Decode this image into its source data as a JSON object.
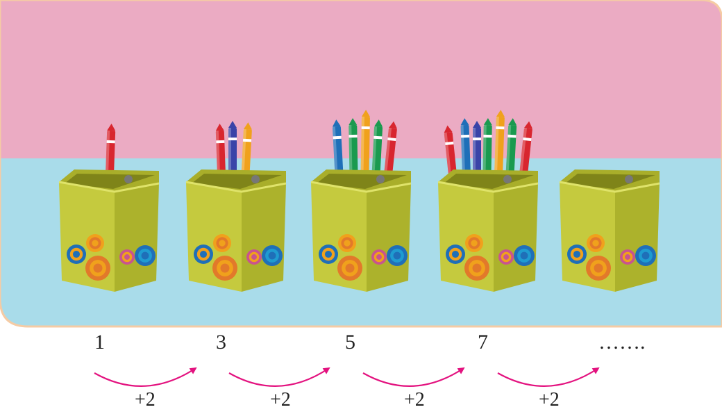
{
  "sequence": {
    "terms": [
      "1",
      "3",
      "5",
      "7",
      "……."
    ],
    "steps": [
      "+2",
      "+2",
      "+2",
      "+2"
    ],
    "pencil_counts": [
      1,
      3,
      5,
      7,
      0
    ]
  },
  "colors": {
    "background_top": "#ebabc3",
    "background_bottom": "#a9dcea",
    "border": "#f5cba4",
    "holder": "#c5ca3e",
    "arrow": "#e3127f",
    "pencil_colors": [
      "#d8262f",
      "#3a44a8",
      "#f0a11c",
      "#1f6fb8",
      "#1a9a4f"
    ]
  }
}
